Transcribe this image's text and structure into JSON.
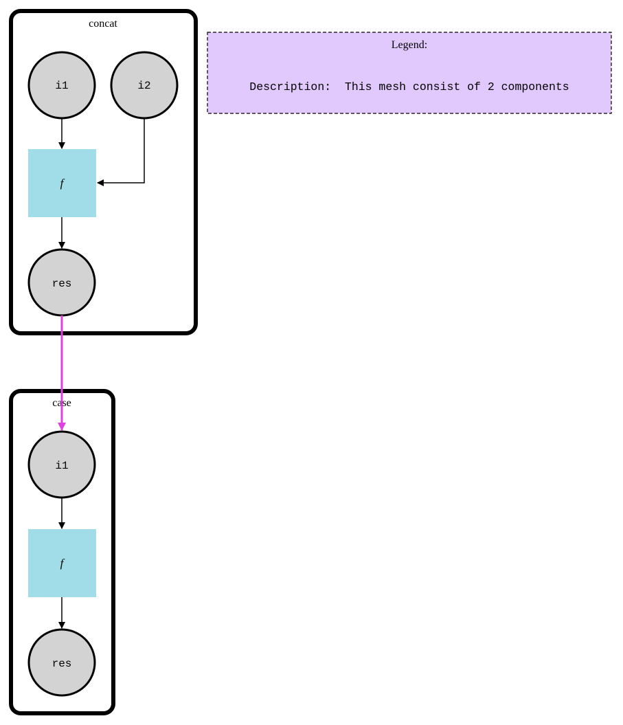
{
  "clusters": {
    "concat": {
      "label": "concat",
      "nodes": {
        "i1": "i1",
        "i2": "i2",
        "f": "f",
        "res": "res"
      }
    },
    "case": {
      "label": "case",
      "nodes": {
        "i1": "i1",
        "f": "f",
        "res": "res"
      }
    }
  },
  "legend": {
    "title": "Legend:",
    "description": "Description:  This mesh consist of 2 components"
  },
  "colors": {
    "io_node_fill": "#d3d3d3",
    "function_node_fill": "#a0dde9",
    "legend_fill": "#e1c8fd",
    "inter_cluster_edge": "#e040e0",
    "stroke": "#000000"
  }
}
